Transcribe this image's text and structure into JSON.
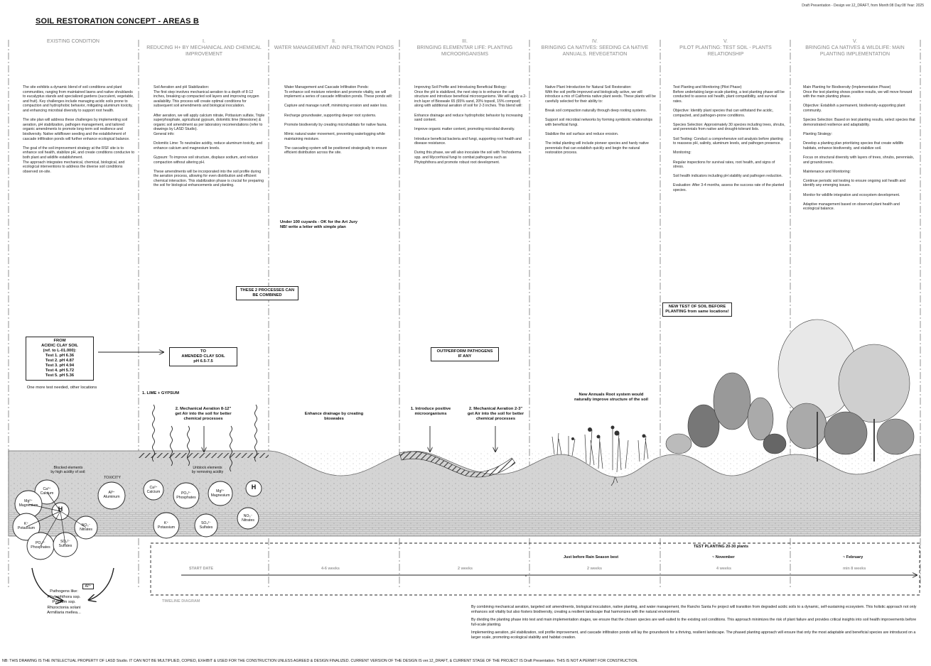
{
  "header": {
    "top_note": "Draft Presentation - Design ver.12_DRAFT, from Month:08 Day:08 Year: 2025",
    "title": "SOIL RESTORATION CONCEPT - AREAS B"
  },
  "columns": [
    {
      "num": "",
      "title": "EXISTING CONDITION",
      "text": "The site exhibits a dynamic blend of soil conditions and plant communities, ranging from maintained lawns and native shrublands to eucalyptus stands and specialized gardens (succulent, vegetable, and fruit). Key challenges include managing acidic soils prone to compaction and hydrophobic behavior, mitigating aluminum toxicity, and enhancing microbial diversity to support root health.\n\nThe site plan will address these challenges by implementing soil aeration, pH stabilization, pathogen management, and tailored organic amendments to promote long-term soil resilience and biodiversity. Native wildflower seeding and the establishment of cascade infiltration ponds will further enhance ecological balance.\n\nThe goal of the soil improvement strategy at the RSF site is to enhance soil health, stabilize pH, and create conditions conducive to both plant and wildlife establishment.\nThe approach integrates mechanical, chemical, biological, and ecological interventions to address the diverse soil conditions observed on-site."
    },
    {
      "num": "I.",
      "title": "REDUCING H+ BY MECHANICAL AND CHEMICAL IMPROVEMENT",
      "text": "Soil Aeration and pH Stabilization:\nThe first step involves mechanical aeration to a depth of 8-12 inches, breaking up compacted soil layers and improving oxygen availability. This process will create optimal conditions for subsequent soil amendments and biological inoculation.\n\nAfter aeration, we will apply calcium nitrate, Pottasium sulfate, Triple superphosphate, agricultural gypsum, dolomitic lime (limestone) & organic soil amendment as per laboratory recomendations (refer to drawings by LASD Studio).\nGeneral info:\n\nDolomitic Lime: To neutralize acidity, reduce aluminum toxicity, and enhance calcium and magnesium levels.\n\nGypsum: To improve soil structure, displace sodium, and reduce compaction without altering pH.\n\nThese amendments will be incorporated into the soil profile during the aeration process, allowing for even distribution and efficient chemical interaction. This stabilization phase is crucial for preparing the soil for biological enhancements and planting."
    },
    {
      "num": "II.",
      "title": "WATER MANAGEMENT AND INFILTRATION PONDS",
      "text": "Water Management and Cascade Infiltration Ponds:\nTo enhance soil moisture retention and promote vitality, we will implement a series of cascade infiltration ponds. These ponds will:\n\nCapture and manage runoff, minimizing erosion and water loss.\n\nRecharge groundwater, supporting deeper root systems.\n\nPromote biodiversity by creating microhabitats for native fauna.\n\nMimic natural water movement, preventing waterlogging while maintaining moisture.\n\nThe cascading system will be positioned strategically to ensure efficient distribution across the site."
    },
    {
      "num": "III.",
      "title": "BRINGING ELEMENTAR LIFE: PLANTING MICROORGANISMS",
      "text": "Improving Soil Profile and Introducing Beneficial Biology:\nOnce the pH is stabilized, the next step is to enhance the soil structure and introduce beneficial microorganisms. We will apply a 2-inch layer of Bioswale 65 (65% sand, 20% topsoil, 15% compost) along with additional aeration of soil for 2-3 inches. This blend will:\n\nEnhance drainage and reduce hydrophobic behavior by increasing sand content.\n\nImprove organic matter content, promoting microbial diversity.\n\nIntroduce beneficial bacteria and fungi, supporting root health and disease resistance.\n\nDuring this phase, we will also inoculate the soil with Trichoderma spp. and Mycorrhizal fungi to combat pathogens such as Phytophthora and promote robust root development."
    },
    {
      "num": "IV.",
      "title": "BRINGING CA NATIVES: SEEDING CA NATIVE ANNUALS. REVEGETATION",
      "text": "Native Plant Introduction for Natural Soil Restoration:\nWith the soil profile improved and biologically active, we will introduce a mix of California native plant seeds. These plants will be carefully selected for their ability to:\n\nBreak soil compaction naturally through deep rooting systems.\n\nSupport soil microbial networks by forming symbiotic relationships with beneficial fungi.\n\nStabilize the soil surface and reduce erosion.\n\nThe initial planting will include pioneer species and hardy native perennials that can establish quickly and begin the natural restoration process."
    },
    {
      "num": "V.",
      "title": "PILOT PLANTING: TEST SOIL - PLANTS RELATIONSHIP",
      "text": "Test Planting and Monitoring (Pilot Phase)\nBefore undertaking large-scale planting, a test planting phase will be conducted to assess soil health, plant compatibility, and survival rates.\n\nObjective: Identify plant species that can withstand the acidic, compacted, and pathogen-prone conditions.\n\nSpecies Selection: Approximately 30 species including trees, shrubs, and perennials from native and drought-tolerant lists.\n\nSoil Testing: Conduct a comprehensive soil analysis before planting to reassess pH, salinity, aluminum levels, and pathogen presence.\n\nMonitoring:\n\nRegular inspections for survival rates, root health, and signs of stress.\n\nSoil health indicators including pH stability and pathogen reduction.\n\nEvaluation: After 3-4 months, assess the success rate of the planted species."
    },
    {
      "num": "V.",
      "title": "BRINGING CA NATIVES & WILDLIFE: MAIN PLANTING IMPLEMENTATION",
      "text": "Main Planting for Biodiversity (Implementation Phase)\nOnce the test planting shows positive results, we will move forward with the main planting phase.\n\nObjective: Establish a permanent, biodiversity-supporting plant community.\n\nSpecies Selection: Based on test planting results, select species that demonstrated resilience and adaptability.\n\nPlanting Strategy:\n\nDevelop a planting plan prioritizing species that create wildlife habitats, enhance biodiversity, and stabilize soil.\n\nFocus on structural diversity with layers of trees, shrubs, perennials, and groundcovers.\n\nMaintenance and Monitoring:\n\nContinue periodic soil testing to ensure ongoing soil health and identify any emerging issues.\n\nMonitor for wildlife integration and ecosystem development.\n\nAdaptive management based on observed plant health and ecological balance."
    }
  ],
  "notes": {
    "combined": "THESE 2 PROCESSES CAN BE COMBINED",
    "new_test": "NEW TEST OF SOIL BEFORE PLANTING from same locations!",
    "under100": "Under 100 cuyards - OK for the Art Jury\nNB! write a letter with simple plan",
    "from_box": "FROM\nACIDIC CLAY SOIL\n(ref. to L-01.000):\nTest 1. pH 6.36\nTest 2. pH 4.87\nTest 3. pH 4.94\nTest 4. pH 5.72\nTest 5. pH 5.36",
    "one_more": "One more test needed, other locations",
    "to_box": "TO\nAMENDED CLAY SOIL\npH 6.5-7.5",
    "outperform": "OUTPERFORM PATHOGENS\nIF ANY",
    "lime": "1. LIME + GYPSUM",
    "aeration1": "2. Mechanical Aeration 8-12\"\nget Air into the soil for better\nchemical processes",
    "drainage": "Enhance drainage by creating\nbioswales",
    "micro": "1. Introduce positive\nmicroorganisms",
    "aeration2": "2. Mechanical Aeration 2-3\"\nget Air into the soil for better\nchemical processes",
    "roots": "New Annuals Root system would\nnaturally improve structure of the soil",
    "blocked": "Blocked elements\nby high acidity of soil:",
    "toxicity": "TOXICITY",
    "unblock": "Unblock elements\nby removing acidity",
    "pathogens": "Pathogens like:\nPhytophthora ssp.\nPythium ssp.\nRhizoctonia solani\nArmillaria mellea..."
  },
  "chem": {
    "ca": "Ca²⁺\nCalcium",
    "mg": "Mg²⁺\nMagnesium",
    "k": "K⁺\nPotassium",
    "po4": "PO₄³⁻\nPhosphates",
    "so4": "SO₄²⁻\nSulfates",
    "no3": "NO₃⁻\nNitrates",
    "al": "Al³⁺\nAluminum",
    "h": "H",
    "al_small": "Al³⁺"
  },
  "timeline": {
    "title": "TIMELINE DIAGRAM",
    "test_planting": "TEST PLANTING 20-30 plants",
    "rain": "Just before Rain Season best",
    "november": "~ November",
    "february": "~ February",
    "durations": [
      "START DATE",
      "4-6 weeks",
      "2 weeks",
      "2 weeks",
      "4 weeks",
      "min 8 weeks"
    ]
  },
  "summary": [
    "By combining mechanical aeration, targeted soil amendments, biological inoculation, native planting, and water management, the Rancho Santa Fe project will transition from degraded acidic soils to a dynamic, self-sustaining ecosystem. This holistic approach not only enhances soil vitality but also fosters biodiversity, creating a resilient landscape that harmonizes with the natural environment.",
    "By dividing the planting phase into test and main implementation stages, we ensure that the chosen species are well-suited to the existing soil conditions. This approach minimizes the risk of plant failure and provides critical insights into soil health improvements before full-scale planting.",
    "Implementing aeration, pH stabilization, soil profile improvement, and cascade infiltration ponds will lay the groundwork for a thriving, resilient landscape. The phased planting approach will ensure that only the most adaptable and beneficial species are introduced on a larger scale, promoting ecological stability and habitat creation."
  ],
  "footer": "NB: THIS DRAWING IS THE INTELECTUAL PROPERTY OF LASD Studio. IT CAN NOT BE MULTIPLIED, COPIED, EXHIBIT & USED FOR THE CONSTRUCTION UNLESS AGREED & DESIGN FINALIZED. CURRENT VERSION OF THE DESIGN IS ver.12_DRAFT, & CURRENT STAGE OF THE PROJECT IS Draft Presentation. THIS IS NOT A PERMIT FOR CONSTRUCTION."
}
